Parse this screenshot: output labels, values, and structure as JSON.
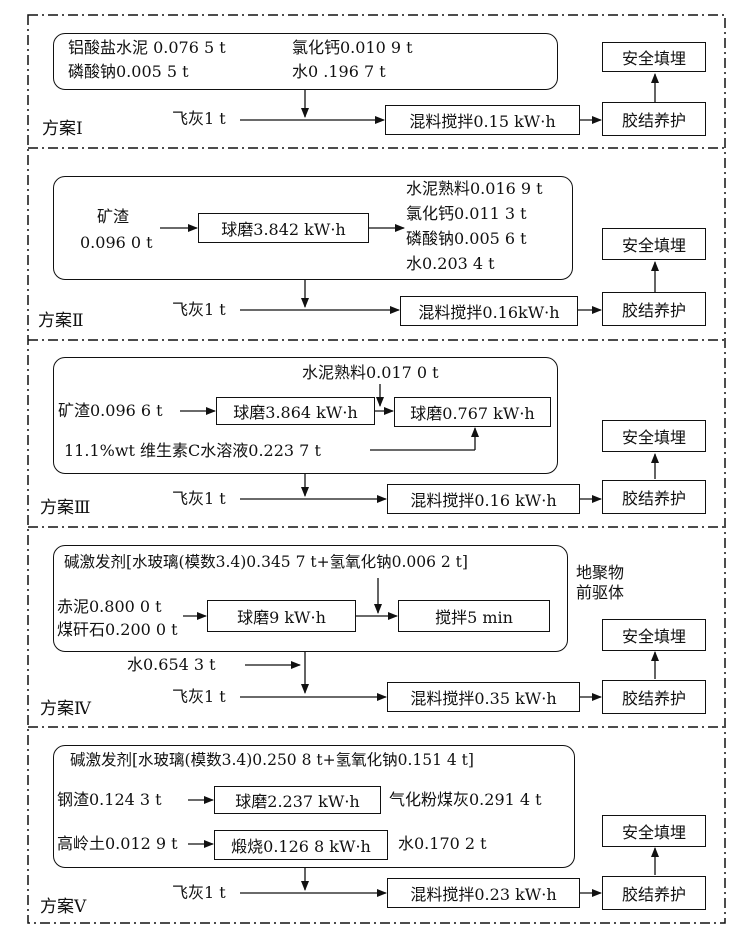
{
  "common": {
    "fly_ash": "飞灰1 t",
    "landfill": "安全填埋",
    "curing": "胶结养护"
  },
  "s1": {
    "label": "方案Ⅰ",
    "aluminate": "铝酸盐水泥 0.076 5 t",
    "phosphate": "磷酸钠0.005 5 t",
    "cacl": "氯化钙0.010 9 t",
    "water": "水0 .196 7 t",
    "mix": "混料搅拌0.15 kW·h"
  },
  "s2": {
    "label": "方案Ⅱ",
    "slag_name": "矿渣",
    "slag_amount": "0.096 0 t",
    "mill": "球磨3.842 kW·h",
    "clinker": "水泥熟料0.016 9 t",
    "cacl": "氯化钙0.011 3 t",
    "phosphate": "磷酸钠0.005 6 t",
    "water": "水0.203 4 t",
    "mix": "混料搅拌0.16kW·h"
  },
  "s3": {
    "label": "方案Ⅲ",
    "clinker": "水泥熟料0.017 0 t",
    "slag": "矿渣0.096 6 t",
    "mill1": "球磨3.864 kW·h",
    "mill2": "球磨0.767 kW·h",
    "vitc": "11.1%wt 维生素C水溶液0.223 7 t",
    "mix": "混料搅拌0.16 kW·h"
  },
  "s4": {
    "label": "方案Ⅳ",
    "activator": "碱激发剂[水玻璃(模数3.4)0.345 7 t+氢氧化钠0.006 2 t]",
    "redmud": "赤泥0.800 0 t",
    "gangue": "煤矸石0.200 0 t",
    "mill": "球磨9 kW·h",
    "stir": "搅拌5 min",
    "geo_line1": "地聚物",
    "geo_line2": "前驱体",
    "water": "水0.654 3 t",
    "mix": "混料搅拌0.35 kW·h"
  },
  "s5": {
    "label": "方案Ⅴ",
    "activator": "碱激发剂[水玻璃(模数3.4)0.250 8 t+氢氧化钠0.151 4 t]",
    "steelslag": "钢渣0.124 3 t",
    "mill": "球磨2.237 kW·h",
    "coalash": "气化粉煤灰0.291 4 t",
    "kaolin": "高岭土0.012 9 t",
    "calcine": "煅烧0.126 8 kW·h",
    "water": "水0.170 2 t",
    "mix": "混料搅拌0.23 kW·h"
  }
}
